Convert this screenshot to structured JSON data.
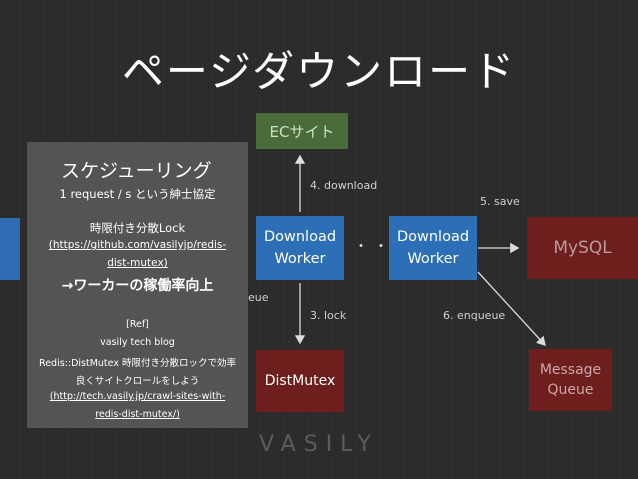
{
  "slide": {
    "title": "ページダウンロード",
    "footer_logo": "VASILY"
  },
  "nodes": {
    "ec_site": "ECサイト",
    "worker1": [
      "Download",
      "Worker"
    ],
    "worker2": [
      "Download",
      "Worker"
    ],
    "mysql": "MySQL",
    "message_queue": [
      "Message",
      "Queue"
    ],
    "dist_mutex": "DistMutex",
    "ellipsis": "・・・"
  },
  "edges": {
    "download": "4. download",
    "save": "5. save",
    "lock": "3. lock",
    "enqueue": "6. enqueue",
    "partial_hidden": "eue"
  },
  "overlay": {
    "heading": "スケジューリング",
    "line1": "1 request / s という紳士協定",
    "line2": "時限付き分散Lock",
    "line3": "(https://github.com/vasilyjp/redis-",
    "line4": "dist-mutex)",
    "line5": "→ワーカーの稼働率向上",
    "ref_label": "[Ref]",
    "ref1": "vasily tech blog",
    "ref2": "Redis::DistMutex 時限付き分散ロックで効率",
    "ref3": "良くサイトクロールをしよう",
    "ref4": "(http://tech.vasily.jp/crawl-sites-with-",
    "ref5": "redis-dist-mutex/)"
  },
  "colors": {
    "background": "#2b2b2b",
    "worker_blue": "#2d6fb6",
    "ec_green": "#4a6b3a",
    "store_red": "#6f1e1e",
    "overlay_gray": "#565656"
  }
}
